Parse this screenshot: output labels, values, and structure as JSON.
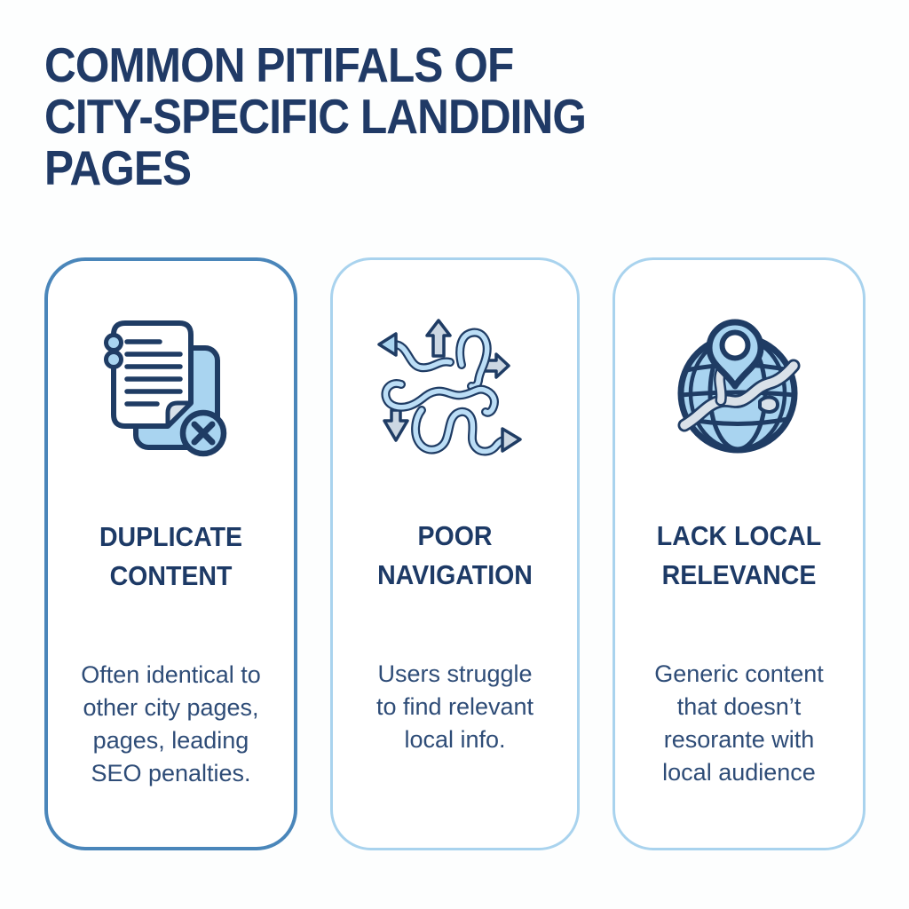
{
  "colors": {
    "bg": "#fdfefe",
    "title_ink": "#203a66",
    "heading_ink": "#1d3a66",
    "body_ink": "#2e4c77",
    "ink": "#1f3c64",
    "border_strong": "#4a86ba",
    "border_light": "#a9d3ee",
    "blue": "#a9d4f0",
    "blue2": "#bcdef6",
    "gray": "#ccd7e2",
    "river": "#d9e1e9"
  },
  "title": "COMMON PITIFALS OF\nCITY-SPECIFIC LANDDING\nPAGES",
  "cards": [
    {
      "icon": "duplicate-documents-icon",
      "heading": "DUPLICATE\nCONTENT",
      "body": "Often identical to\nother city pages,\npages, leading\nSEO penalties."
    },
    {
      "icon": "tangled-arrows-icon",
      "heading": "POOR\nNAVIGATION",
      "body": "Users struggle\nto find relevant\nlocal info."
    },
    {
      "icon": "globe-map-pin-icon",
      "heading": "LACK LOCAL\nRELEVANCE",
      "body": "Generic content\nthat doesn’t\nresorante with\nlocal audience"
    }
  ]
}
